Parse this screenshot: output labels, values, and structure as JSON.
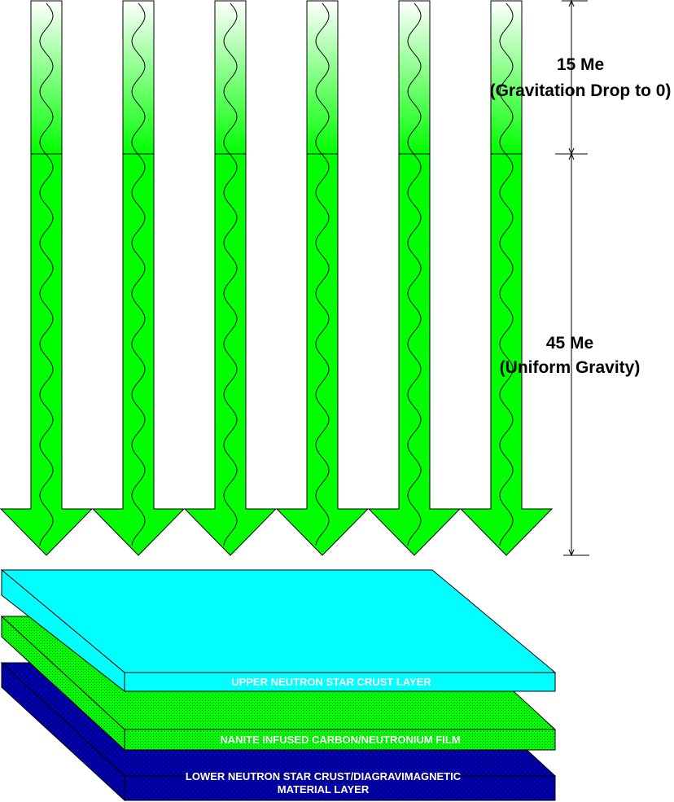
{
  "dimensions": {
    "upper": {
      "value": "15 Me",
      "description": "(Gravitation Drop to 0)"
    },
    "lower": {
      "value": "45 Me",
      "description": "(Uniform Gravity)"
    }
  },
  "arrows": {
    "count": 6,
    "color": "#00ff00",
    "fade_color": "#ffffff"
  },
  "layers": [
    {
      "label": "UPPER NEUTRON STAR CRUST LAYER",
      "color": "#00ffff",
      "pattern": "solid"
    },
    {
      "label": "NANITE INFUSED CARBON/NEUTRONIUM FILM",
      "color": "#00ff00",
      "pattern": "dotted"
    },
    {
      "label_line1": "LOWER NEUTRON STAR CRUST/DIAGRAVIMAGNETIC",
      "label_line2": "MATERIAL LAYER",
      "color": "#0000cc",
      "pattern": "crosshatch"
    }
  ]
}
